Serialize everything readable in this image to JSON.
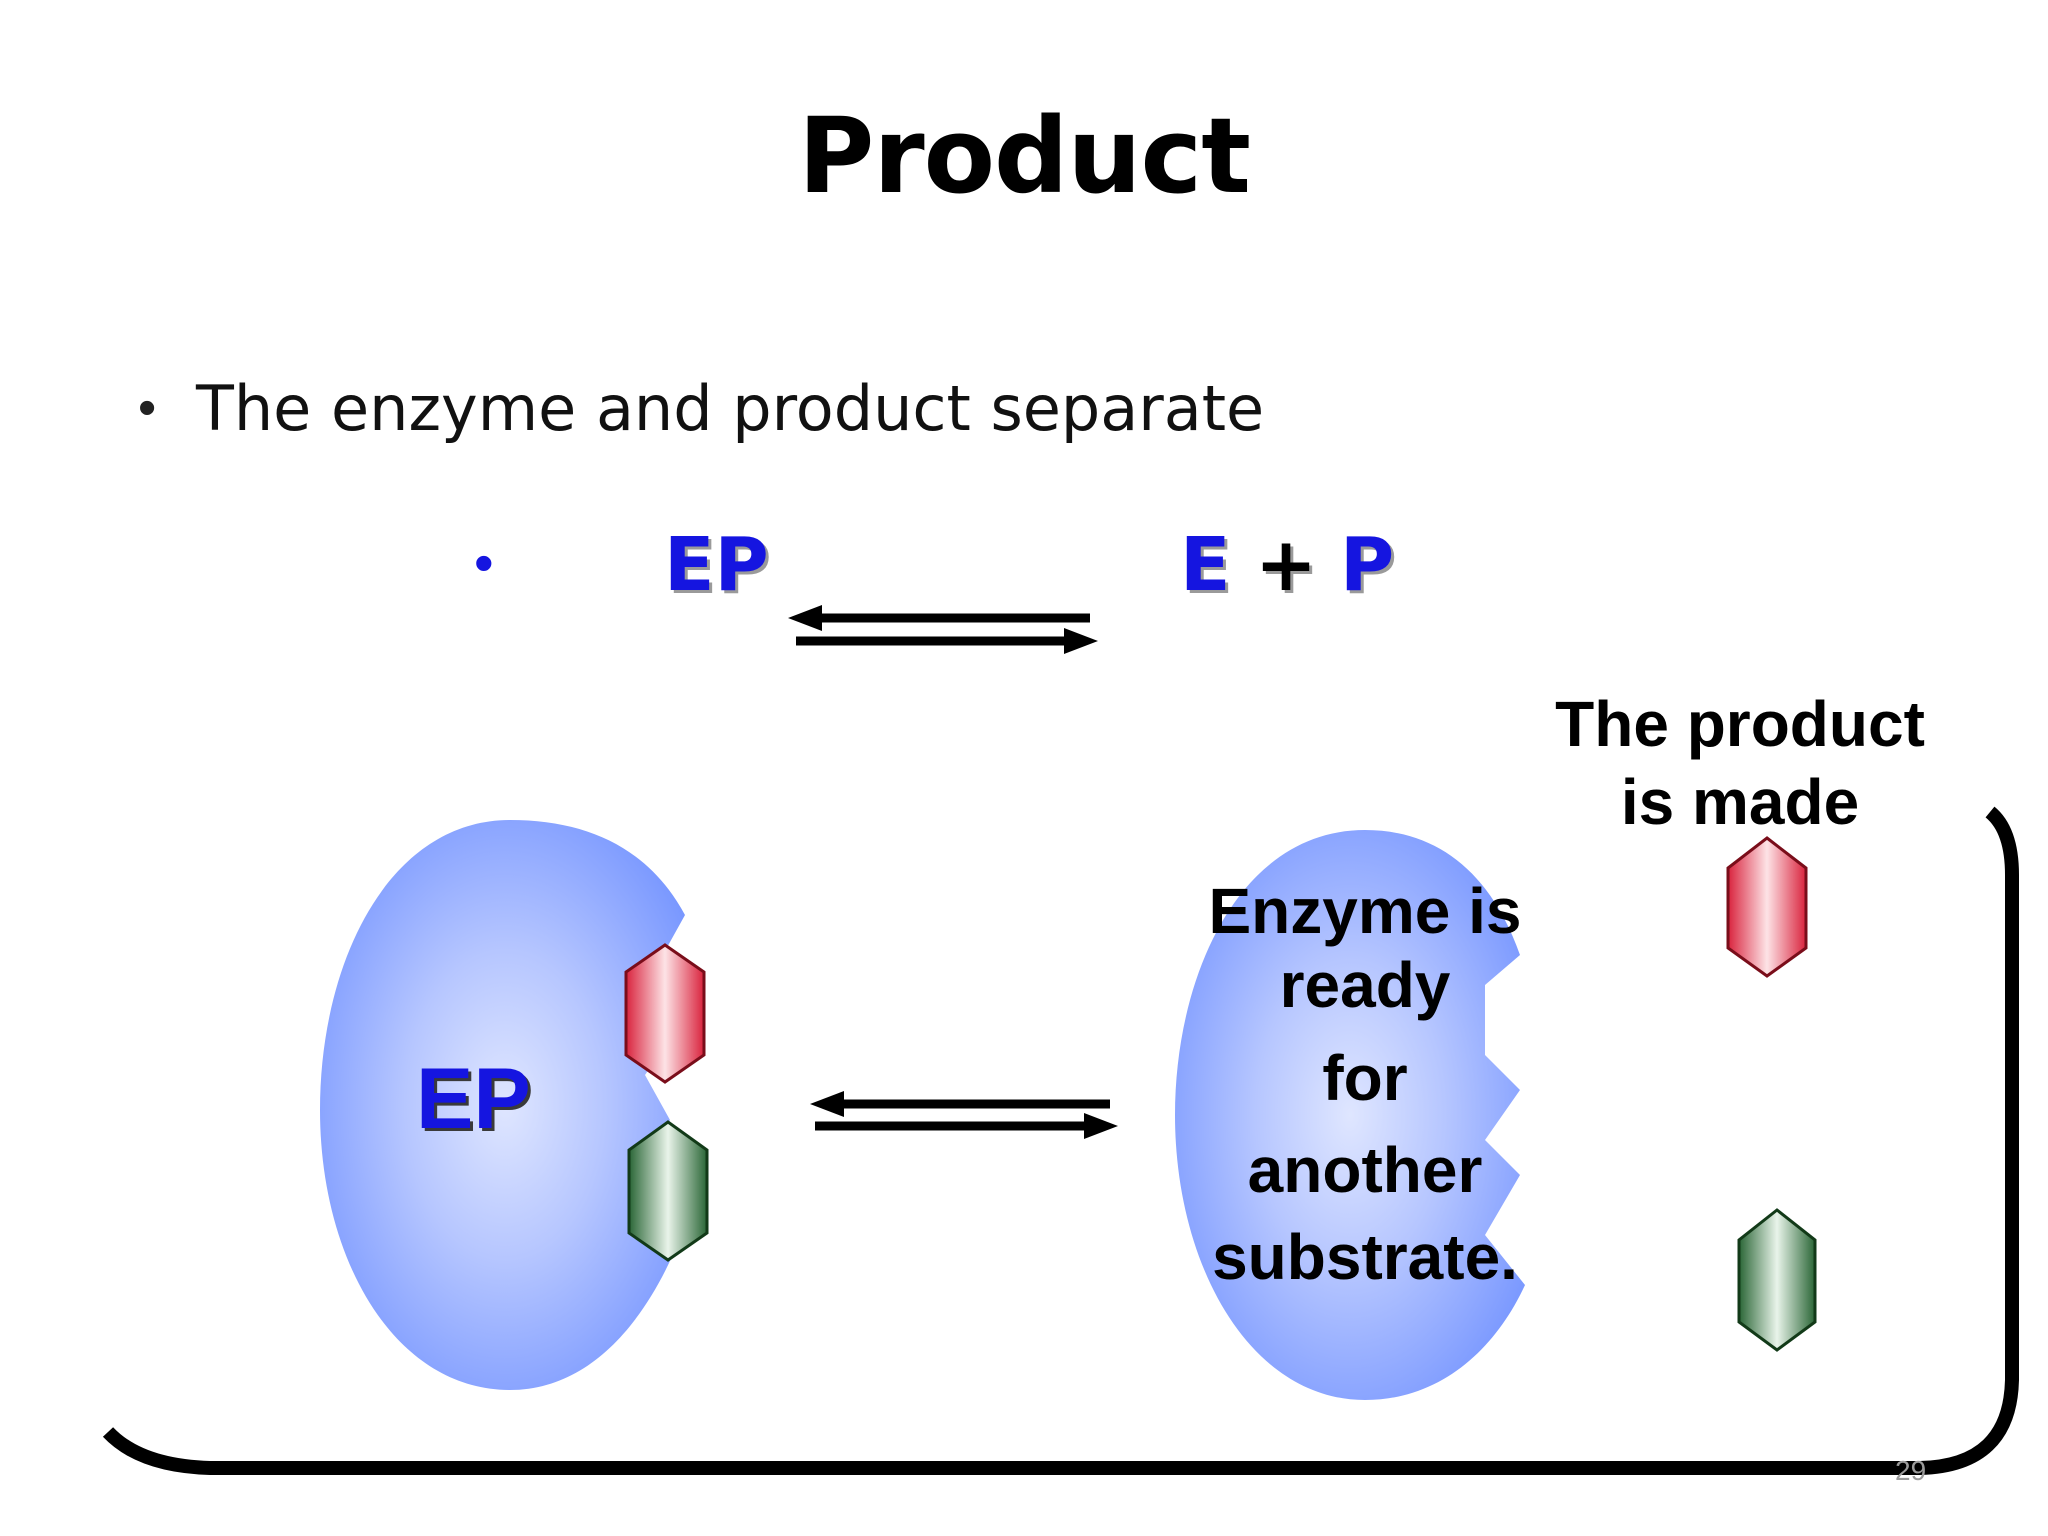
{
  "slide": {
    "title": "Product",
    "bullet": "The enzyme and product separate",
    "page_number": "29"
  },
  "equation": {
    "bullet": "•",
    "left": "EP",
    "right_e": "E",
    "plus": "+",
    "right_p": "P"
  },
  "diagram": {
    "complex_label": "EP",
    "free_enzyme_caption": [
      "Enzyme is",
      "ready",
      "for",
      "another",
      "substrate."
    ],
    "product_caption": [
      "The product",
      "is made"
    ]
  },
  "colors": {
    "enzyme_blue": "#7f9cff",
    "label_blue": "#1515e0",
    "product_red": "#e8435a",
    "product_green": "#3e7a47"
  }
}
